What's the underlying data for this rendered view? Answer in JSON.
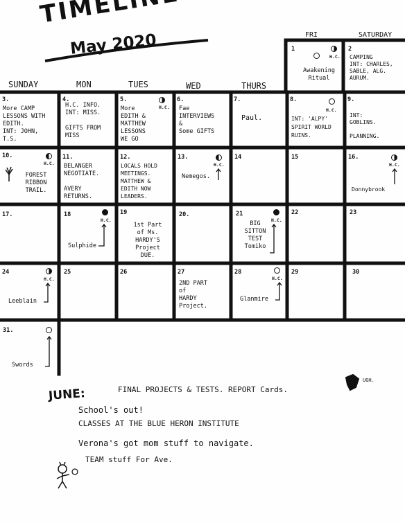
{
  "header": {
    "title": "TIMELINES",
    "subtitle": "May 2020"
  },
  "days": {
    "sun": "SUNDAY",
    "mon": "MON",
    "tue": "TUES",
    "wed": "WED",
    "thu": "THURS",
    "fri": "FRI",
    "sat": "SATURDAY"
  },
  "moon_label": "H.C.",
  "cells": {
    "d1": {
      "num": "1",
      "text": "Awakening Ritual"
    },
    "d2": {
      "num": "2",
      "text": "CAMPING\nINT: CHARLES,\nSABLE, ALG.\nAURUM."
    },
    "d3": {
      "num": "3.",
      "text": "More CAMP\nLESSONS WITH\nEDITH.\nINT: JOHN,\nT.S."
    },
    "d4": {
      "num": "4.",
      "text": "H.C. INFO.\nINT: MISS.\n\nGIFTS FROM\nMISS"
    },
    "d5": {
      "num": "5.",
      "text": "More\nEDITH &\nMATTHEW\nLESSONS\nWE GO"
    },
    "d6": {
      "num": "6.",
      "text": "Fae\nINTERVIEWS\n&\nSome GIFTS"
    },
    "d7": {
      "num": "7.",
      "text": "Paul."
    },
    "d8": {
      "num": "8.",
      "text": "INT: 'ALPY'\nSPIRIT WORLD\nRUINS."
    },
    "d9": {
      "num": "9.",
      "text": "INT:\nGOBLINS.\n\nPLANNING."
    },
    "d10": {
      "num": "10.",
      "text": "FOREST\nRIBBON\nTRAIL."
    },
    "d11": {
      "num": "11.",
      "text": "BELANGER\nNEGOTIATE.\n\nAVERY\nRETURNS."
    },
    "d12": {
      "num": "12.",
      "text": "LOCALS HOLD\nMEETINGS.\nMATTHEW &\nEDITH NOW\nLEADERS."
    },
    "d13": {
      "num": "13.",
      "text": "Nemegos."
    },
    "d14": {
      "num": "14",
      "text": ""
    },
    "d15": {
      "num": "15",
      "text": ""
    },
    "d16": {
      "num": "16.",
      "text": "Donnybrook"
    },
    "d17": {
      "num": "17.",
      "text": ""
    },
    "d18": {
      "num": "18",
      "text": "Sulphide"
    },
    "d19": {
      "num": "19",
      "text": "1st Part\nof Ms.\nHARDY'S\nProject\nDUE."
    },
    "d20": {
      "num": "20.",
      "text": ""
    },
    "d21": {
      "num": "21",
      "text": "BIG\nSITTON\nTEST\nTomiko"
    },
    "d22": {
      "num": "22",
      "text": ""
    },
    "d23": {
      "num": "23",
      "text": ""
    },
    "d24": {
      "num": "24",
      "text": "Leeblain"
    },
    "d25": {
      "num": "25",
      "text": ""
    },
    "d26": {
      "num": "26",
      "text": ""
    },
    "d27": {
      "num": "27",
      "text": "2ND PART\nof\nHARDY\nProject."
    },
    "d28": {
      "num": "28",
      "text": "Glanmire"
    },
    "d29": {
      "num": "29",
      "text": ""
    },
    "d30": {
      "num": "30",
      "text": ""
    },
    "d31": {
      "num": "31.",
      "text": "Swords"
    }
  },
  "june": {
    "heading": "JUNE:",
    "line1": "FINAL PROJECTS & TESTS.  REPORT Cards.",
    "line2": "School's out!",
    "line3": "CLASSES AT THE BLUE HERON INSTITUTE",
    "line4": "Verona's got mom stuff to navigate.",
    "line5": "TEAM stuff For Ave.",
    "sound": "UGH."
  }
}
